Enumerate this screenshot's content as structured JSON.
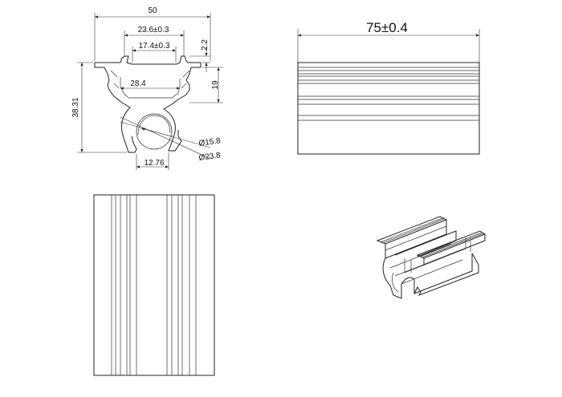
{
  "front_view": {
    "dims": {
      "overall_width": "50",
      "outer_slot_width": "23.6±0.3",
      "inner_slot_width": "17.4±0.3",
      "top_thickness": "2.2",
      "inner_width": "28.4",
      "upper_height": "19",
      "total_height": "38.31",
      "bore_small": "Ø15.8",
      "bore_large": "Ø23.8",
      "opening_width": "12.76"
    }
  },
  "side_view": {
    "dims": {
      "length": "75±0.4"
    }
  },
  "bottom_view": {},
  "isometric_view": {}
}
